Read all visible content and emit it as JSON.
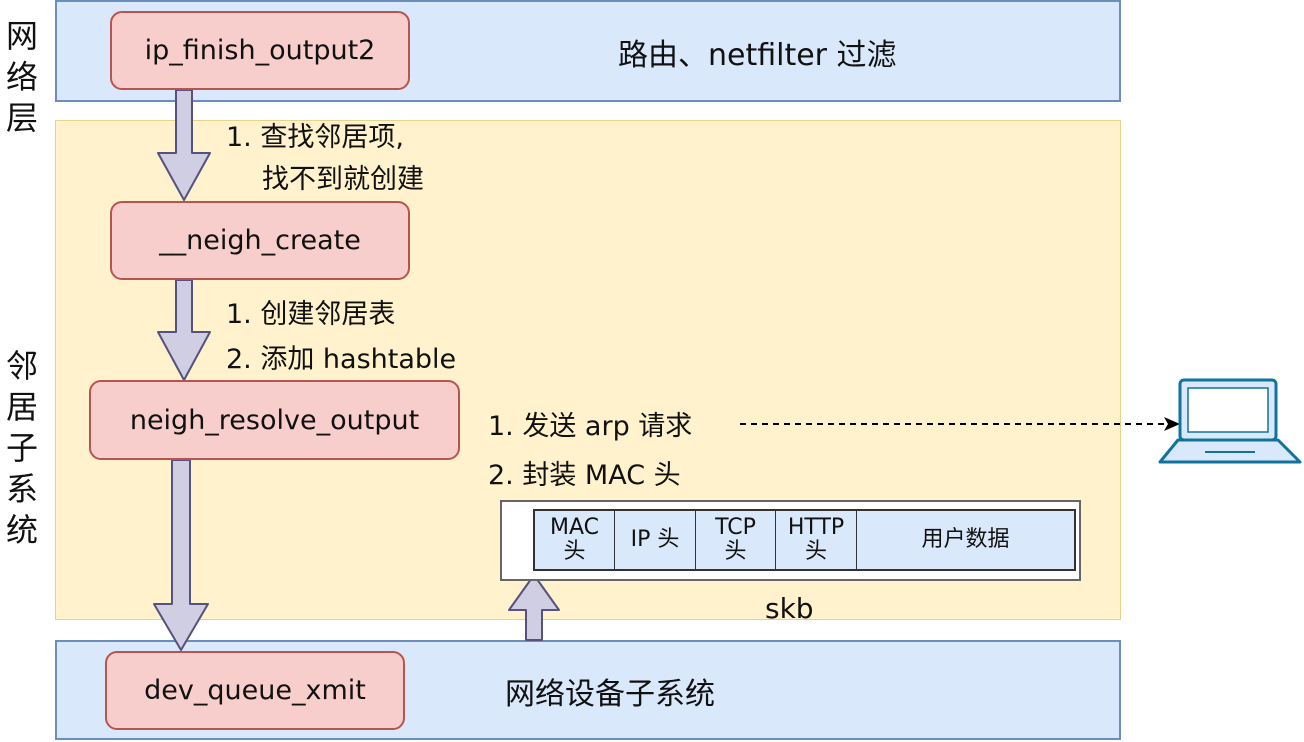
{
  "colors": {
    "layer_fill_blue": "#dae8fc",
    "layer_stroke_blue": "#6c8ebf",
    "layer_fill_yellow": "#fff2cc",
    "func_fill": "#f8cecc",
    "func_stroke": "#b85450",
    "arrow_fill": "#d0cee2",
    "arrow_stroke": "#56517e"
  },
  "layers": {
    "network_layer": {
      "label_chars": [
        "网",
        "络",
        "层"
      ],
      "description": "路由、netfilter 过滤"
    },
    "neighbor_subsystem": {
      "label_chars": [
        "邻",
        "居",
        "子",
        "系",
        "统"
      ]
    },
    "device_subsystem": {
      "description": "网络设备子系统"
    }
  },
  "functions": {
    "ip_finish_output2": "ip_finish_output2",
    "neigh_create": "__neigh_create",
    "neigh_resolve_output": "neigh_resolve_output",
    "dev_queue_xmit": "dev_queue_xmit"
  },
  "steps": {
    "lookup_line1": "1. 查找邻居项,",
    "lookup_line2": "找不到就创建",
    "create_table": "1. 创建邻居表",
    "add_hashtable": "2. 添加 hashtable",
    "send_arp": "1. 发送 arp 请求",
    "wrap_mac": "2. 封装 MAC 头"
  },
  "skb": {
    "label": "skb",
    "fields": [
      {
        "line1": "MAC",
        "line2": "头"
      },
      {
        "line1": "IP 头",
        "line2": ""
      },
      {
        "line1": "TCP",
        "line2": "头"
      },
      {
        "line1": "HTTP",
        "line2": "头"
      },
      {
        "line1": "用户数据",
        "line2": ""
      }
    ]
  },
  "icons": {
    "remote_host": "laptop-icon"
  }
}
